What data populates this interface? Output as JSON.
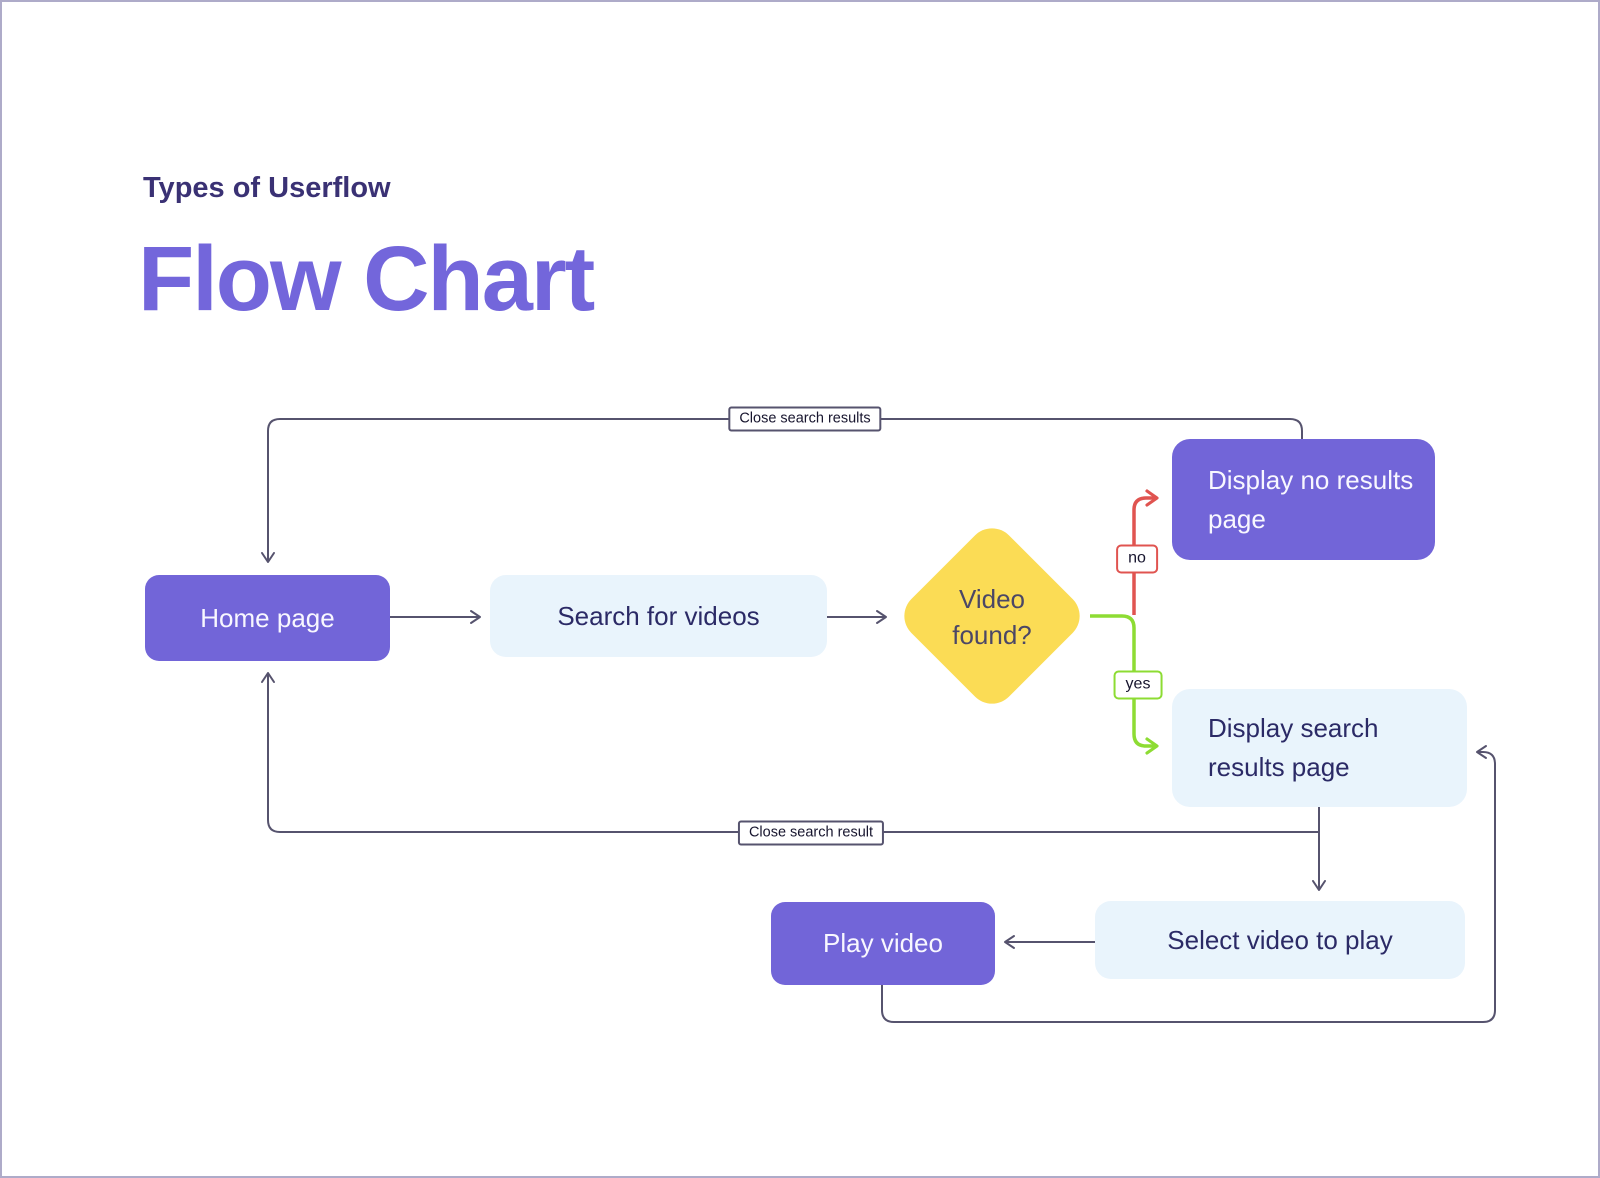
{
  "header": {
    "subtitle": "Types of Userflow",
    "title": "Flow Chart"
  },
  "diagram": {
    "nodes": {
      "home": {
        "label": "Home page",
        "style": "solid-purple"
      },
      "search": {
        "label": "Search for videos",
        "style": "light-blue"
      },
      "decision": {
        "label": "Video found?",
        "style": "yellow-diamond"
      },
      "no_results": {
        "label": "Display no results page",
        "style": "solid-purple"
      },
      "search_results": {
        "label": "Display search results page",
        "style": "light-blue"
      },
      "select": {
        "label": "Select video to play",
        "style": "light-blue"
      },
      "play": {
        "label": "Play video",
        "style": "solid-purple"
      }
    },
    "edge_labels": {
      "no": "no",
      "yes": "yes",
      "close_search_results": "Close search results",
      "close_search_result": "Close search result"
    },
    "edges": [
      {
        "from": "home",
        "to": "search"
      },
      {
        "from": "search",
        "to": "decision"
      },
      {
        "from": "decision",
        "to": "no_results",
        "label": "no",
        "color": "#e05450"
      },
      {
        "from": "decision",
        "to": "search_results",
        "label": "yes",
        "color": "#8ddc33"
      },
      {
        "from": "no_results",
        "to": "home",
        "label": "Close search results"
      },
      {
        "from": "search_results",
        "to": "select"
      },
      {
        "from": "search_results",
        "to": "home",
        "label": "Close search result"
      },
      {
        "from": "select",
        "to": "play"
      },
      {
        "from": "play",
        "to": "search_results"
      }
    ],
    "colors": {
      "primary_purple": "#7265d8",
      "light_blue": "#e9f4fc",
      "decision_yellow": "#fbdc55",
      "no_red": "#e05450",
      "yes_green": "#8ddc33",
      "connector": "#56536e",
      "title_purple": "#7366db",
      "subtitle_indigo": "#3a3174"
    }
  }
}
